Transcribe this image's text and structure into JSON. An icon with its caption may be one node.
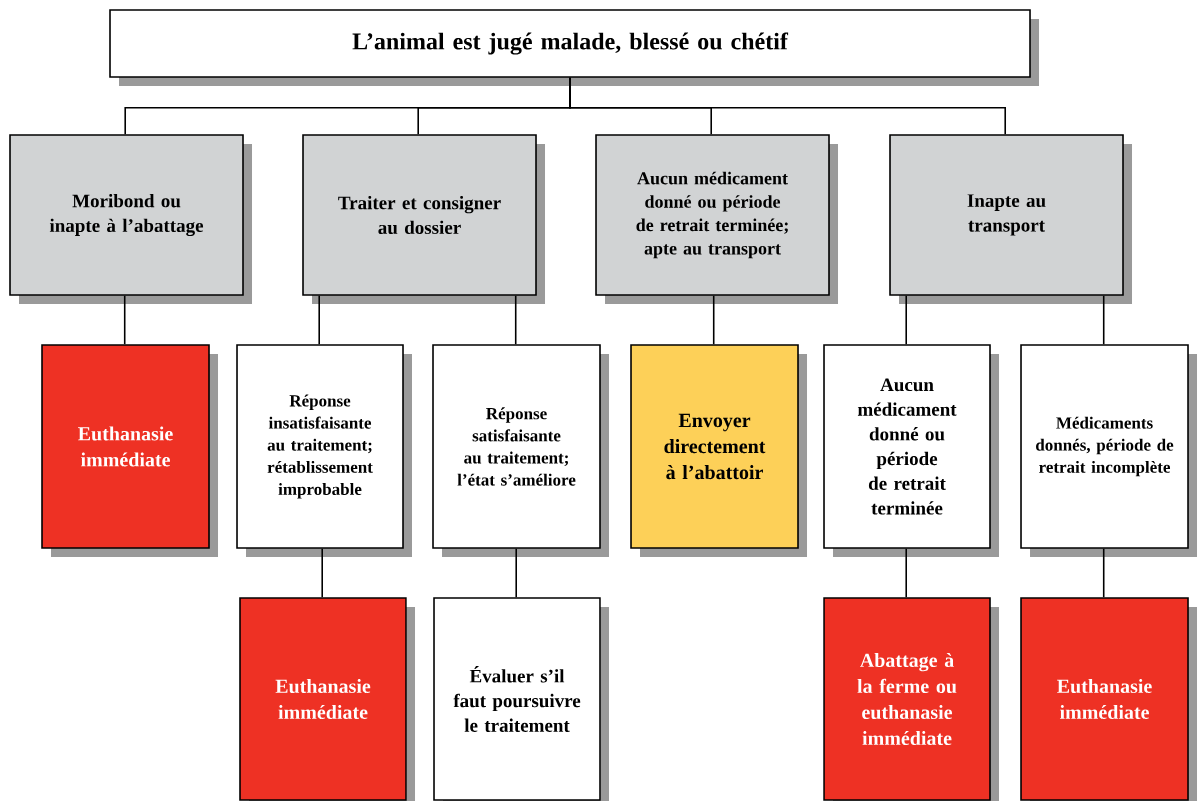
{
  "diagram": {
    "nodes": [
      {
        "text": [
          "L’animal est jugé malade, blessé ou chétif"
        ]
      },
      {
        "text": [
          "Moribond ou inapte à l’abattage"
        ]
      },
      {
        "text": [
          "Traiter et consigner au dossier"
        ]
      },
      {
        "text": [
          "Aucun médicament donné ou période de retrait terminée; apte au transport"
        ]
      },
      {
        "text": [
          "Inapte au transport"
        ]
      },
      {
        "text": [
          "Euthanasie immédiate"
        ]
      },
      {
        "text": [
          "Réponse insatisfaisante au traitement; rétablissement improbable"
        ]
      },
      {
        "text": [
          "Réponse satisfaisante au traitement; l’état s’améliore"
        ]
      },
      {
        "text": [
          "Envoyer directement à l’abattoir"
        ]
      },
      {
        "text": [
          "Aucun médicament donné ou période de retrait terminée"
        ]
      },
      {
        "text": [
          "Médicaments donnés, période de retrait incomplète"
        ]
      },
      {
        "text": [
          "Euthanasie immédiate"
        ]
      },
      {
        "text": [
          "Évaluer s’il faut poursuivre le traitement"
        ]
      },
      {
        "text": [
          "Abattage à la ferme ou euthanasie immédiate"
        ]
      },
      {
        "text": [
          "Euthanasie immédiate"
        ]
      }
    ],
    "edges": [
      {
        "from": 0,
        "to": 1,
        "arrow": "none"
      },
      {
        "from": 0,
        "to": 2,
        "arrow": "none"
      },
      {
        "from": 0,
        "to": 3,
        "arrow": "none"
      },
      {
        "from": 0,
        "to": 4,
        "arrow": "none"
      },
      {
        "from": 1,
        "to": 5,
        "arrow": "none"
      },
      {
        "from": 2,
        "to": 6,
        "arrow": "none"
      },
      {
        "from": 2,
        "to": 7,
        "arrow": "none"
      },
      {
        "from": 3,
        "to": 8,
        "arrow": "none"
      },
      {
        "from": 4,
        "to": 9,
        "arrow": "none"
      },
      {
        "from": 4,
        "to": 10,
        "arrow": "none"
      },
      {
        "from": 6,
        "to": 11,
        "arrow": "none"
      },
      {
        "from": 7,
        "to": 12,
        "arrow": "none"
      },
      {
        "from": 9,
        "to": 13,
        "arrow": "none"
      },
      {
        "from": 10,
        "to": 14,
        "arrow": "none"
      }
    ]
  }
}
